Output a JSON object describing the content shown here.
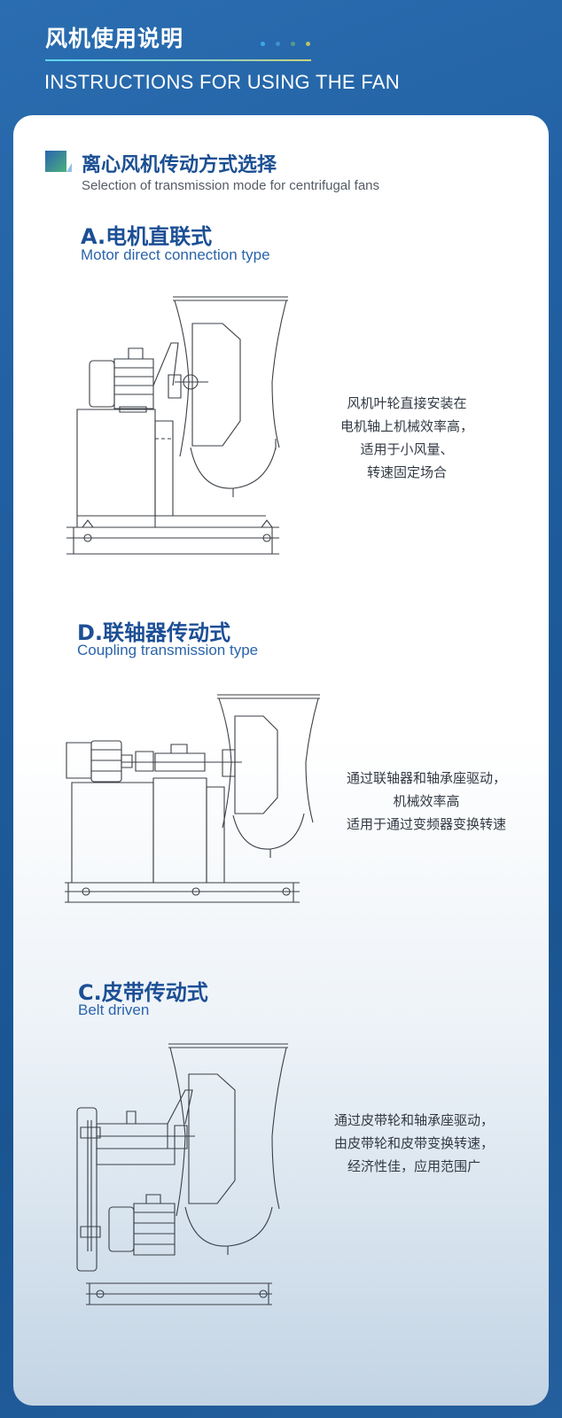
{
  "header": {
    "title": "风机使用说明",
    "subtitle": "INSTRUCTIONS FOR USING THE FAN",
    "dot_colors": [
      "#3fa9e6",
      "#3f8fd0",
      "#5a9a8a",
      "#b9c26a"
    ]
  },
  "section": {
    "title": "离心风机传动方式选择",
    "subtitle": "Selection of transmission mode for centrifugal fans"
  },
  "types": [
    {
      "title": "A.电机直联式",
      "subtitle": "Motor direct connection type",
      "desc": [
        "风机叶轮直接安装在",
        "电机轴上机械效率高，",
        "适用于小风量、",
        "转速固定场合"
      ],
      "diagram": "direct-drive-fan-diagram"
    },
    {
      "title": "D.联轴器传动式",
      "subtitle": "Coupling transmission type",
      "desc": [
        "通过联轴器和轴承座驱动，",
        "机械效率高",
        "适用于通过变频器变换转速"
      ],
      "diagram": "coupling-drive-fan-diagram"
    },
    {
      "title": "C.皮带传动式",
      "subtitle": "Belt driven",
      "desc": [
        "通过皮带轮和轴承座驱动，",
        "由皮带轮和皮带变换转速，",
        "经济性佳，应用范围广"
      ],
      "diagram": "belt-drive-fan-diagram"
    }
  ],
  "colors": {
    "accent": "#1c4f95",
    "background": "#1f5d9f",
    "line": "#3a3f46"
  }
}
